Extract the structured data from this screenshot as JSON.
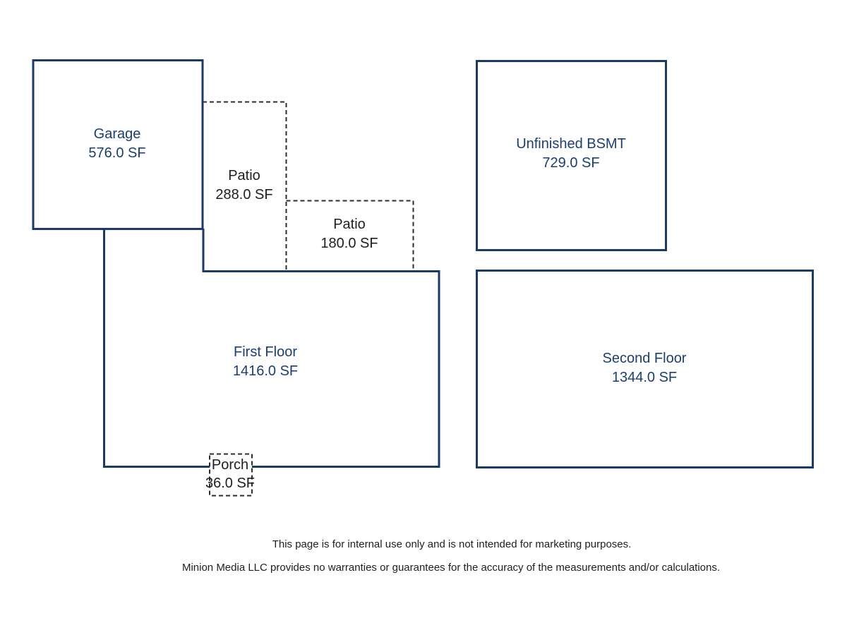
{
  "page": {
    "type": "floor-plan-sketch",
    "background": "#ffffff"
  },
  "colors": {
    "outline_blue": "#1b3a68",
    "label_blue": "#1b3f70",
    "dashed_outline": "#2d2d2d",
    "label_black": "#1f1f1f"
  },
  "areas": [
    {
      "name": "Garage",
      "area": "576.0 SF",
      "outline": "solid",
      "label_color": "blue"
    },
    {
      "name": "Patio",
      "area": "288.0 SF",
      "outline": "dashed",
      "label_color": "black"
    },
    {
      "name": "Patio",
      "area": "180.0 SF",
      "outline": "dashed",
      "label_color": "black"
    },
    {
      "name": "Unfinished BSMT",
      "area": "729.0 SF",
      "outline": "solid",
      "label_color": "blue"
    },
    {
      "name": "First Floor",
      "area": "1416.0 SF",
      "outline": "solid",
      "label_color": "blue"
    },
    {
      "name": "Second Floor",
      "area": "1344.0 SF",
      "outline": "solid",
      "label_color": "blue"
    },
    {
      "name": "Porch",
      "area": "36.0 SF",
      "outline": "dashed",
      "label_color": "black"
    }
  ],
  "footer": {
    "line1": "This page is for internal use only and is not intended for marketing purposes.",
    "line2": "Minion Media LLC provides no warranties or guarantees for the accuracy of the measurements and/or calculations."
  }
}
